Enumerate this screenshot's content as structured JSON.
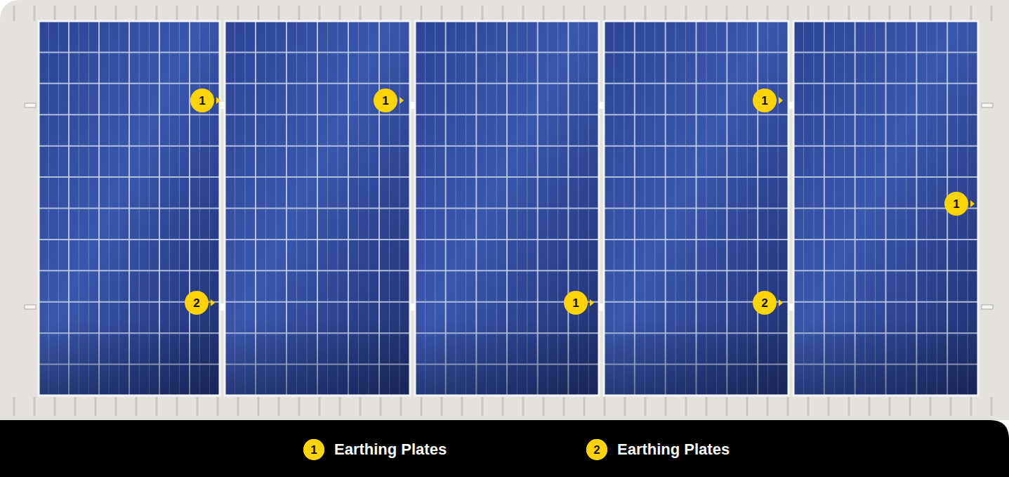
{
  "diagram": {
    "labels": [
      "1",
      "1",
      "1",
      "1",
      "1",
      "2",
      "2",
      "1",
      "2"
    ],
    "legend": [
      {
        "text": "Earthing Plates",
        "color": "#ffd400"
      },
      {
        "text": "Earthing Plates",
        "color": "#ffd400"
      }
    ]
  }
}
